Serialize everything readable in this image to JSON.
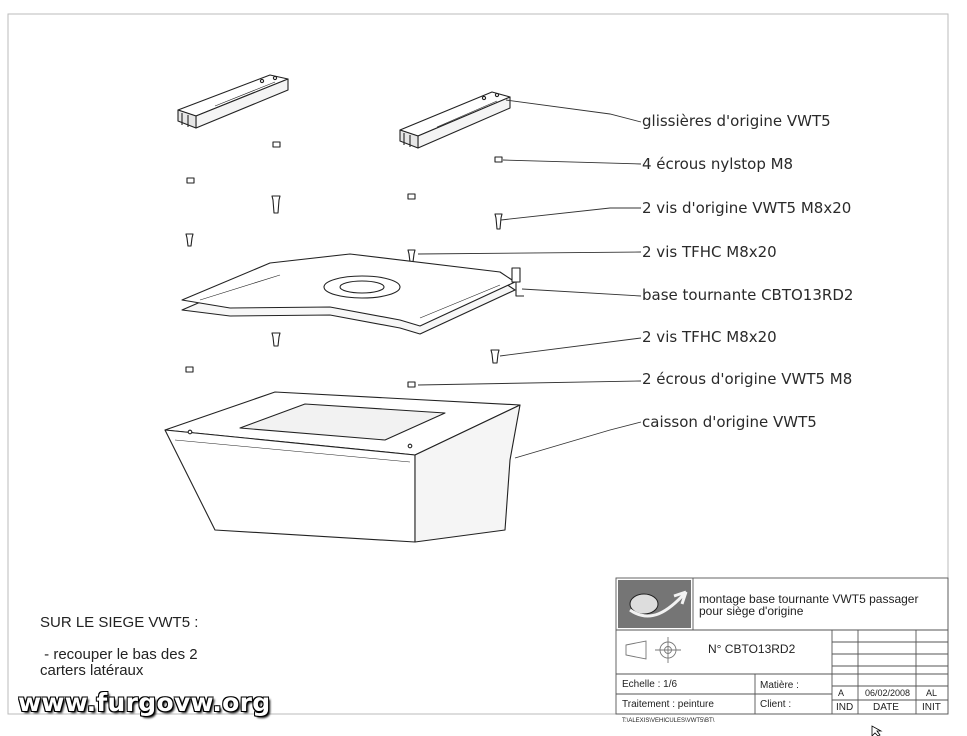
{
  "drawing": {
    "callouts": [
      "glissières d'origine VWT5",
      "4 écrous nylstop M8",
      "2 vis d'origine VWT5 M8x20",
      "2 vis TFHC M8x20",
      "base tournante CBTO13RD2",
      "2 vis TFHC M8x20",
      "2 écrous d'origine VWT5 M8",
      "caisson d'origine VWT5"
    ]
  },
  "notes": {
    "heading": "SUR LE SIEGE VWT5 :",
    "line1": " - recouper le bas des 2",
    "line2": "carters latéraux"
  },
  "title_block": {
    "title_line1": "montage base tournante VWT5 passager",
    "title_line2": "pour siège d'origine",
    "reference": "N° CBTO13RD2",
    "scale": "Echelle : 1/6",
    "material": "Matière :",
    "treatment": "Traitement : peinture",
    "client": "Client :",
    "path": "T:\\ALEXIS\\VEHICULES\\VWT5\\BT\\",
    "rev_index": "A",
    "rev_date": "06/02/2008",
    "rev_init": "AL",
    "col_ind": "IND",
    "col_date": "DATE",
    "col_init": "INIT"
  },
  "watermark": "www.furgovw.org"
}
